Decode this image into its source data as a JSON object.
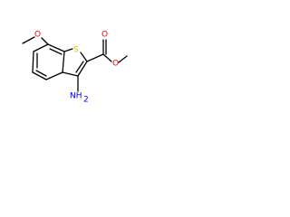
{
  "molecule": {
    "atoms": {
      "methoxy_oxygen": {
        "label": "O",
        "color": "#ff0000"
      },
      "ester_carbonyl_oxygen": {
        "label": "O",
        "color": "#ff0000"
      },
      "ester_ether_oxygen": {
        "label": "O",
        "color": "#ff0000"
      },
      "sulfur": {
        "label": "S",
        "color": "#cccc00"
      },
      "amine_n": {
        "label": "NH",
        "color": "#0000ff"
      },
      "amine_subscript": {
        "label": "2",
        "color": "#0000ff"
      }
    }
  }
}
